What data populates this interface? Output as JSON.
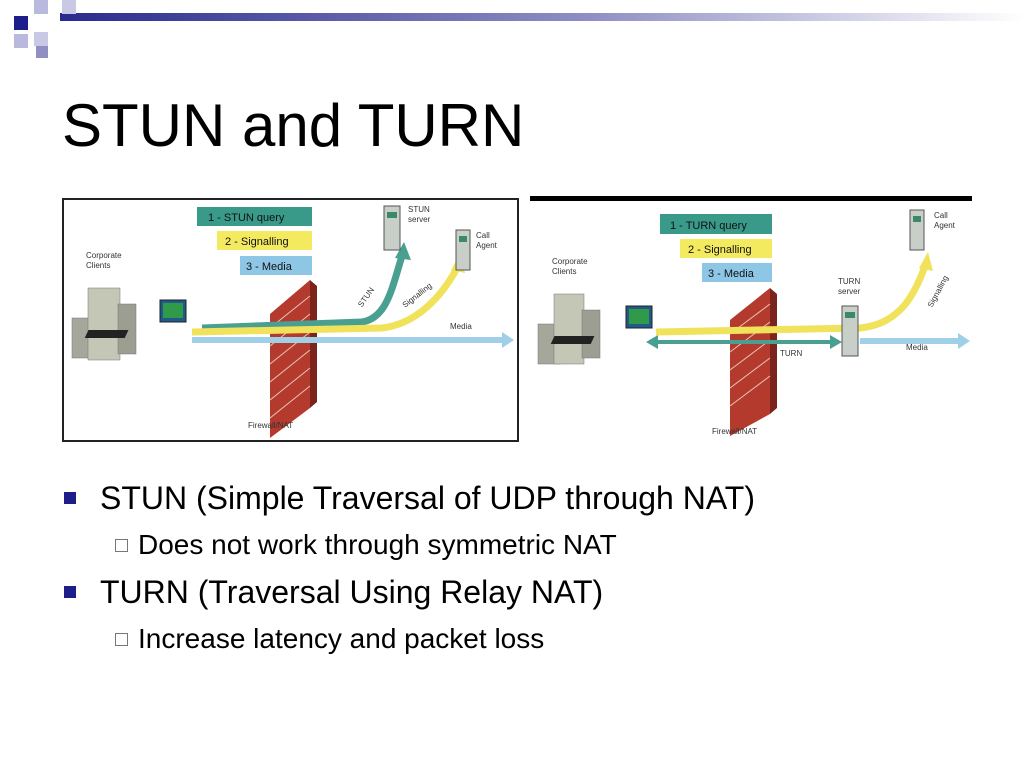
{
  "slide": {
    "title": "STUN and TURN",
    "accent_color": "#1e1e8a"
  },
  "diagrams": {
    "stun": {
      "steps": [
        "1 - STUN query",
        "2 - Signalling",
        "3 - Media"
      ],
      "labels": {
        "clients": [
          "Corporate",
          "Clients"
        ],
        "server": [
          "STUN",
          "server"
        ],
        "agent": [
          "Call",
          "Agent"
        ],
        "path_stun": "STUN",
        "path_signalling": "Signalling",
        "path_media": "Media",
        "firewall": "Firewall/NAT"
      }
    },
    "turn": {
      "steps": [
        "1 - TURN query",
        "2 - Signalling",
        "3 - Media"
      ],
      "labels": {
        "clients": [
          "Corporate",
          "Clients"
        ],
        "server": [
          "TURN",
          "server"
        ],
        "agent": [
          "Call",
          "Agent"
        ],
        "path_turn": "TURN",
        "path_signalling": "Signalling",
        "path_media": "Media",
        "firewall": "Firewall/NAT"
      }
    }
  },
  "bullets": [
    {
      "text": "STUN (Simple Traversal of UDP through NAT)",
      "sub": [
        "Does not work through symmetric NAT"
      ]
    },
    {
      "text": "TURN (Traversal Using Relay NAT)",
      "sub": [
        "Increase latency and packet loss"
      ]
    }
  ]
}
